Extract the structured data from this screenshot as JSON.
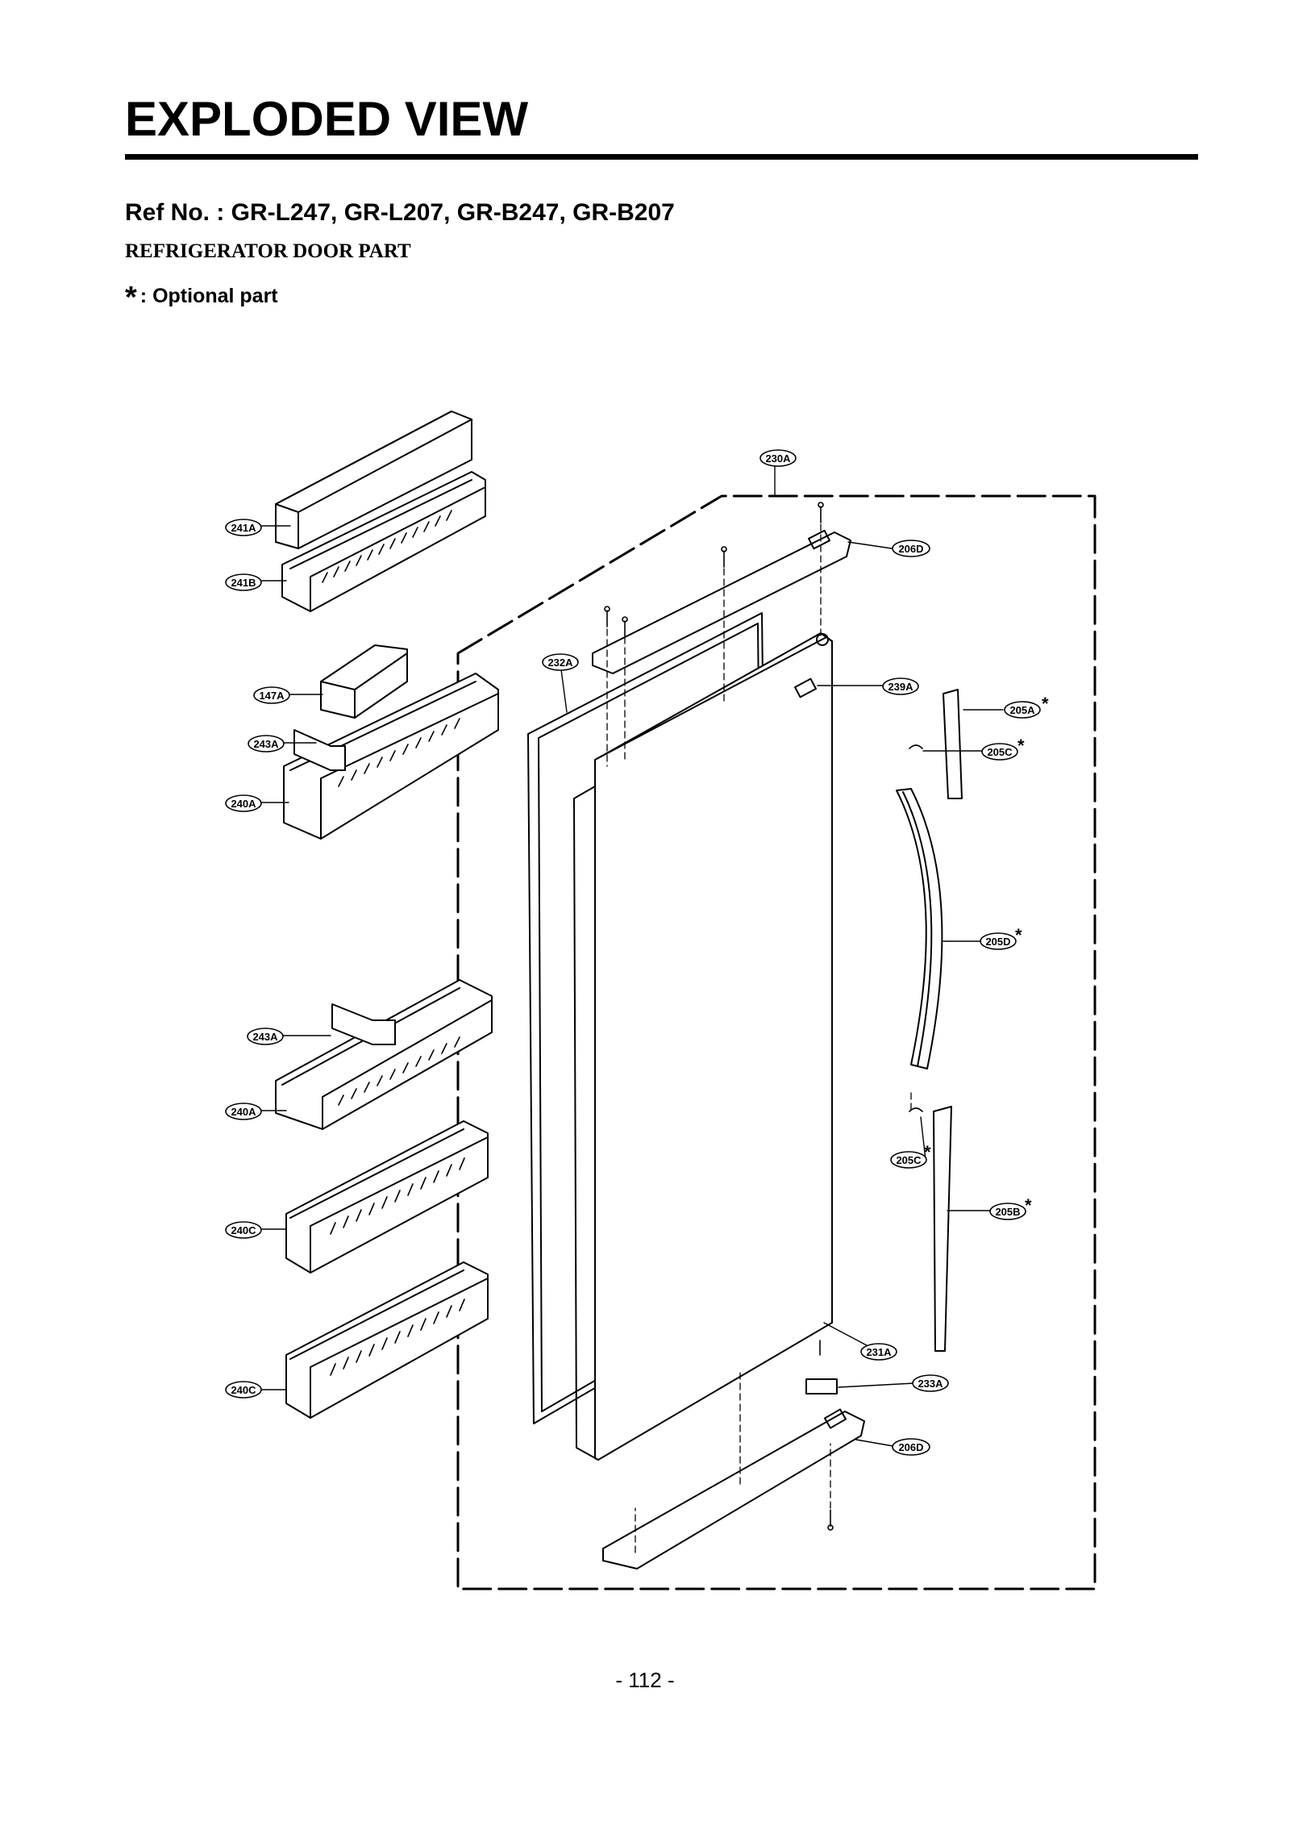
{
  "header": {
    "title": "EXPLODED VIEW",
    "ref_line": "Ref No. : GR-L247, GR-L207, GR-B247, GR-B207",
    "section": "REFRIGERATOR DOOR PART",
    "legend_star": "*",
    "legend_text": ": Optional part"
  },
  "callouts": {
    "c230A": "230A",
    "c206D_top": "206D",
    "c241A": "241A",
    "c241B": "241B",
    "c232A": "232A",
    "c239A": "239A",
    "c205A": "205A",
    "c147A": "147A",
    "c243A_top": "243A",
    "c205C_top": "205C",
    "c240A_top": "240A",
    "c205D": "205D",
    "c243A_bottom": "243A",
    "c240A_bottom": "240A",
    "c205C_bottom": "205C",
    "c240C_top": "240C",
    "c205B": "205B",
    "c231A": "231A",
    "c233A": "233A",
    "c240C_bottom": "240C",
    "c206D_bottom": "206D"
  },
  "optional_mark": "*",
  "footer": {
    "page_number": "- 112 -"
  }
}
